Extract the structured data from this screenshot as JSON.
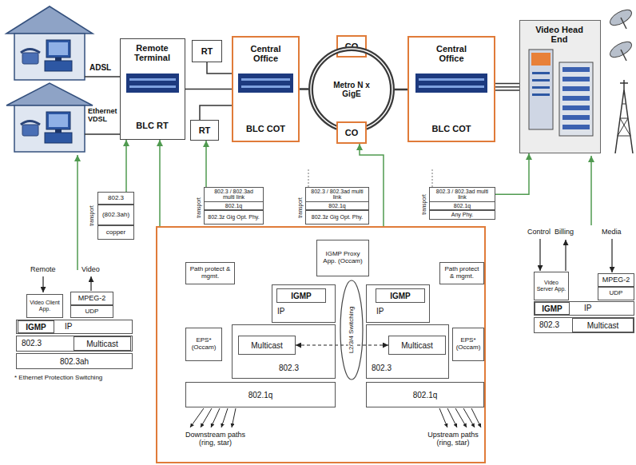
{
  "diagram": {
    "nodes": [
      {
        "text": [
          "Remote Terminal",
          "BLC RT"
        ]
      },
      {
        "text": [
          "RT"
        ]
      },
      {
        "text": [
          "RT"
        ]
      },
      {
        "text": [
          "Central Office",
          "BLC COT"
        ]
      },
      {
        "text": [
          "CO"
        ]
      },
      {
        "text": [
          "Metro N x GigE"
        ]
      },
      {
        "text": [
          "CO"
        ]
      },
      {
        "text": [
          "Central Office",
          "BLC COT"
        ]
      },
      {
        "text": [
          "Video Head End"
        ]
      },
      {
        "text": [
          "802.3"
        ]
      },
      {
        "text": [
          "(802.3ah)"
        ]
      },
      {
        "text": [
          "copper"
        ]
      },
      {
        "text": [
          "802.3 / 802.3ad multi link"
        ]
      },
      {
        "text": [
          "802.1q"
        ]
      },
      {
        "text": [
          "802.3z Gig Opt. Phy."
        ]
      },
      {
        "text": [
          "802.3 / 802.3ad multi link"
        ]
      },
      {
        "text": [
          "802.1q"
        ]
      },
      {
        "text": [
          "802.3z Gig Opt. Phy."
        ]
      },
      {
        "text": [
          "802.3 / 802.3ad multi link"
        ]
      },
      {
        "text": [
          "802.1q"
        ]
      },
      {
        "text": [
          "Any Phy."
        ]
      },
      {
        "text": [
          "Video Client App."
        ]
      },
      {
        "text": [
          "MPEG-2"
        ]
      },
      {
        "text": [
          "UDP"
        ]
      },
      {
        "text": [
          "IP"
        ]
      },
      {
        "text": [
          "IGMP"
        ],
        "in": 24
      },
      {
        "text": [
          "802.3"
        ]
      },
      {
        "text": [
          "Multicast"
        ],
        "in": 26
      },
      {
        "text": [
          "802.3ah"
        ]
      },
      {
        "text": [
          "Downstream paths (ring, star)",
          "Upstream paths (ring, star)"
        ]
      },
      {
        "text": [
          "IGMP Proxy App. (Occam)"
        ],
        "in": 29
      },
      {
        "text": [
          "Path protect & mgmt."
        ],
        "in": 29
      },
      {
        "text": [
          "IP"
        ],
        "in": 29
      },
      {
        "text": [
          "IGMP"
        ],
        "in": 32
      },
      {
        "text": [
          "L2/3/4 Switching"
        ],
        "in": 29
      },
      {
        "text": [
          "IP"
        ],
        "in": 29
      },
      {
        "text": [
          "IGMP"
        ],
        "in": 35
      },
      {
        "text": [
          "Path protect & mgmt."
        ],
        "in": 29
      },
      {
        "text": [
          "EPS* (Occam)"
        ],
        "in": 29
      },
      {
        "text": [
          "802.3"
        ],
        "in": 29
      },
      {
        "text": [
          "Multicast"
        ],
        "in": 39
      },
      {
        "text": [
          "802.3"
        ],
        "in": 29
      },
      {
        "text": [
          "Multicast"
        ],
        "in": 41
      },
      {
        "text": [
          "EPS* (Occam)"
        ],
        "in": 29
      },
      {
        "text": [
          "802.1q"
        ],
        "in": 29
      },
      {
        "text": [
          "802.1q"
        ],
        "in": 29
      },
      {
        "text": [
          "Video Server App."
        ]
      },
      {
        "text": [
          "MPEG-2"
        ]
      },
      {
        "text": [
          "UDP"
        ]
      },
      {
        "text": [
          "IP"
        ]
      },
      {
        "text": [
          "IGMP"
        ],
        "in": 49
      },
      {
        "text": [
          "802.3"
        ]
      },
      {
        "text": [
          "Multicast"
        ],
        "in": 51
      }
    ],
    "edges": [
      {
        "from": 1,
        "to": 3,
        "arrow": "none"
      },
      {
        "from": 0,
        "to": 3,
        "arrow": "none"
      },
      {
        "from": 2,
        "to": 3,
        "arrow": "none"
      },
      {
        "from": 3,
        "to": 5,
        "arrow": "none"
      },
      {
        "from": 5,
        "to": 7,
        "arrow": "none"
      },
      {
        "from": 7,
        "to": 8,
        "arrow": "none"
      },
      {
        "from": 9,
        "to": 0,
        "arrow": "to"
      },
      {
        "from": 29,
        "to": 0,
        "arrow": "to"
      },
      {
        "from": 29,
        "to": 6,
        "arrow": "to"
      },
      {
        "from": 40,
        "to": 42,
        "arrow": "both"
      },
      {
        "from": 12,
        "to": 2,
        "arrow": "to"
      },
      {
        "from": 18,
        "to": 8,
        "arrow": "to"
      }
    ],
    "labels": [
      "ADSL",
      "Ethernet VDSL",
      "transport",
      "transport",
      "transport",
      "transport",
      "Remote",
      "Video",
      "Control",
      "Billing",
      "Media",
      "* Ethernet Protection Switching"
    ]
  }
}
